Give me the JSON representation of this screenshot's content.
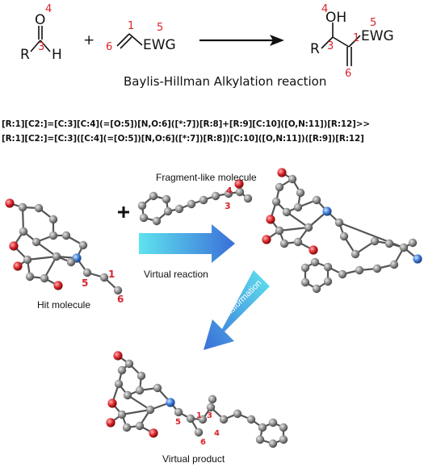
{
  "scheme": {
    "aldehyde": {
      "r": "R",
      "o": "O",
      "h": "H",
      "c_num": "3",
      "o_num": "4"
    },
    "plus": "+",
    "alkene": {
      "ewg": "EWG",
      "n1": "1",
      "n5": "5",
      "n6": "6"
    },
    "product": {
      "oh": "OH",
      "r": "R",
      "ewg": "EWG",
      "n4": "4",
      "n5": "5",
      "n3": "3",
      "n1": "1",
      "n6": "6"
    },
    "title": "Baylis-Hillman Alkylation reaction"
  },
  "smirks": {
    "line1": "[R:1][C2:]=[C:3][C:4](=[O:5])[N,O:6]([*:7])[R:8]+[R:9][C:10]([O,N:11])[R:12]>>",
    "line2": "[R:1][C2:]=[C:3]([C:4](=[O:5])[N,O:6]([*:7])[R:8])[C:10]([O,N:11])([R:9])[R:12]"
  },
  "labels": {
    "fragment": "Fragment-like molecule",
    "plus": "+",
    "virtual_reaction": "Virtual reaction",
    "hit": "Hit molecule",
    "transformation": "Transformation",
    "virtual_product": "Virtual product"
  },
  "numbers": {
    "frag_n4": "4",
    "frag_n3": "3",
    "hit_n5": "5",
    "hit_n1": "1",
    "hit_n6": "6",
    "prod_n1": "1",
    "prod_n3": "3",
    "prod_n4": "4",
    "prod_n5": "5",
    "prod_n6": "6"
  },
  "colors": {
    "atom_carbon": "#8a8a8a",
    "atom_oxygen": "#d8232a",
    "atom_nitrogen": "#3a7bd5",
    "label_red": "#d8232a",
    "arrow_cyan": "#3fd6e6",
    "arrow_blue": "#3a6fd8"
  }
}
